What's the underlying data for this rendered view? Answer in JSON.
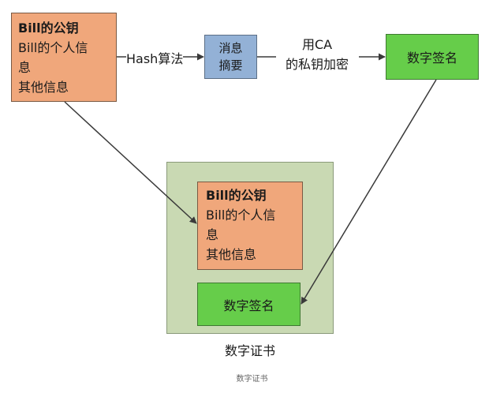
{
  "source_box": {
    "line1": "Bill的公钥",
    "line2": "Bill的个人信",
    "line3": "息",
    "line4": "其他信息"
  },
  "hash_label": "Hash算法",
  "digest_box": {
    "line1": "消息",
    "line2": "摘要"
  },
  "encrypt_label": {
    "line1": "用CA",
    "line2": "的私钥加密"
  },
  "signature_box": {
    "label": "数字签名"
  },
  "certificate": {
    "inner_box": {
      "line1": "Bill的公钥",
      "line2": "Bill的个人信",
      "line3": "息",
      "line4": "其他信息"
    },
    "signature_label": "数字签名",
    "title": "数字证书"
  },
  "caption": "数字证书",
  "colors": {
    "orange": "#f0a77b",
    "blue": "#93b1d6",
    "green": "#66cd4a",
    "frame": "#c9d9b3"
  }
}
